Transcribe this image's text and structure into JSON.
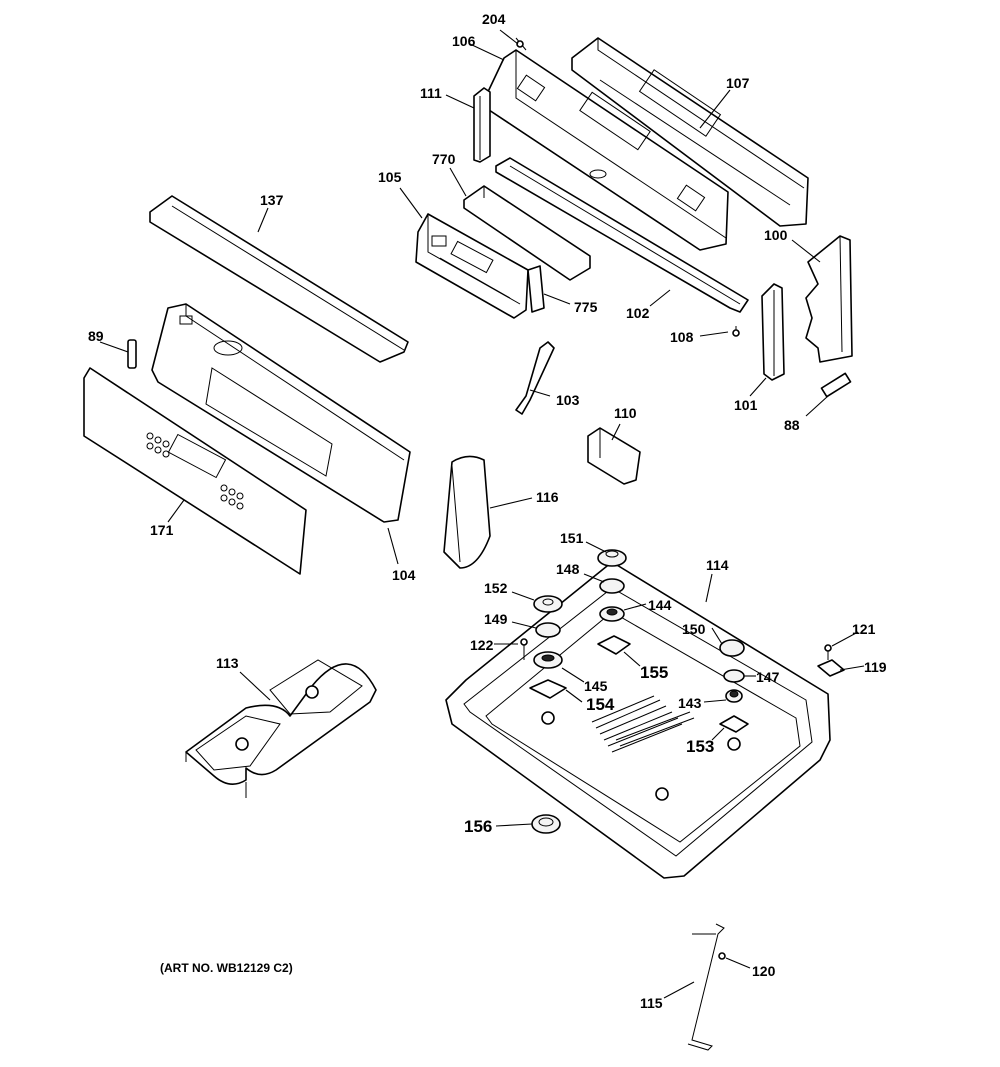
{
  "diagram": {
    "art_number": "(ART NO. WB12129 C2)",
    "callouts": {
      "p204": "204",
      "p106": "106",
      "p107": "107",
      "p111": "111",
      "p770": "770",
      "p105": "105",
      "p137": "137",
      "p100": "100",
      "p102": "102",
      "p775": "775",
      "p108": "108",
      "p89": "89",
      "p103": "103",
      "p101": "101",
      "p88": "88",
      "p110": "110",
      "p171": "171",
      "p116": "116",
      "p104": "104",
      "p151": "151",
      "p114": "114",
      "p148": "148",
      "p152": "152",
      "p144": "144",
      "p149": "149",
      "p150": "150",
      "p121": "121",
      "p122": "122",
      "p155": "155",
      "p147": "147",
      "p119": "119",
      "p113": "113",
      "p145": "145",
      "p143": "143",
      "p154": "154",
      "p153": "153",
      "p156": "156",
      "p120": "120",
      "p115": "115"
    }
  }
}
